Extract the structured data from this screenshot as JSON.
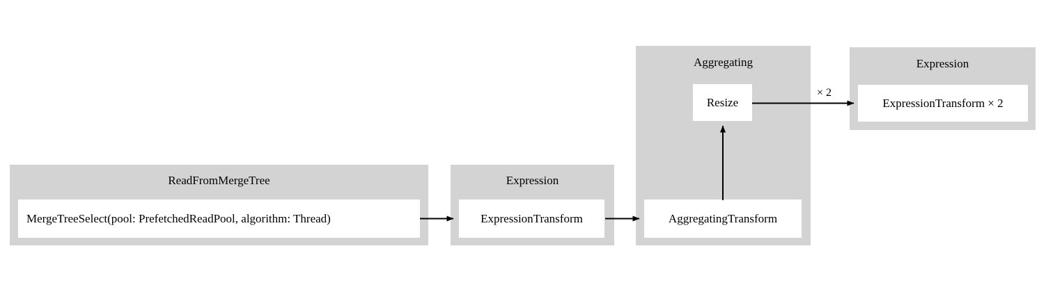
{
  "diagram": {
    "type": "pipeline-graph",
    "background_color": "#ffffff",
    "cluster_color": "#d3d3d3",
    "node_color": "#ffffff",
    "edge_color": "#000000",
    "clusters": [
      {
        "id": "read-from-merge-tree",
        "title": "ReadFromMergeTree",
        "nodes": [
          {
            "id": "merge-tree-select",
            "label": "MergeTreeSelect(pool: PrefetchedReadPool, algorithm: Thread)"
          }
        ]
      },
      {
        "id": "expression-1",
        "title": "Expression",
        "nodes": [
          {
            "id": "expression-transform",
            "label": "ExpressionTransform"
          }
        ]
      },
      {
        "id": "aggregating",
        "title": "Aggregating",
        "nodes": [
          {
            "id": "resize",
            "label": "Resize"
          },
          {
            "id": "aggregating-transform",
            "label": "AggregatingTransform"
          }
        ]
      },
      {
        "id": "expression-2",
        "title": "Expression",
        "nodes": [
          {
            "id": "expression-transform-x2",
            "label": "ExpressionTransform × 2"
          }
        ]
      }
    ],
    "edges": [
      {
        "id": "edge-mergetreeselect-to-expressiontransform",
        "from": "merge-tree-select",
        "to": "expression-transform",
        "label": ""
      },
      {
        "id": "edge-expressiontransform-to-aggregatingtransform",
        "from": "expression-transform",
        "to": "aggregating-transform",
        "label": ""
      },
      {
        "id": "edge-aggregatingtransform-to-resize",
        "from": "aggregating-transform",
        "to": "resize",
        "label": ""
      },
      {
        "id": "edge-resize-to-expressiontransform-x2",
        "from": "resize",
        "to": "expression-transform-x2",
        "label": "× 2"
      }
    ]
  }
}
